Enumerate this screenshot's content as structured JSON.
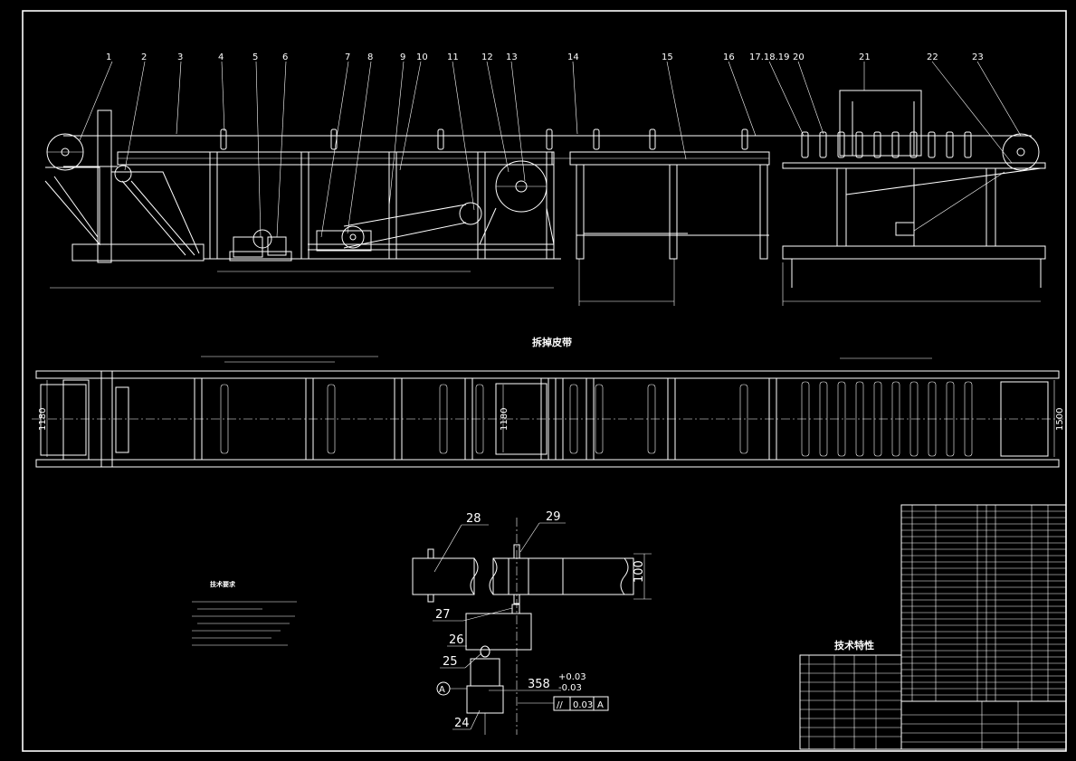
{
  "colors": {
    "background": "#000000",
    "line": "#ffffff"
  },
  "balloons": [
    "1",
    "2",
    "3",
    "4",
    "5",
    "6",
    "7",
    "8",
    "9",
    "10",
    "11",
    "12",
    "13",
    "14",
    "15",
    "16",
    "17.18.19",
    "20",
    "21",
    "22",
    "23"
  ],
  "detail_balloons": [
    "28",
    "29",
    "27",
    "26",
    "25",
    "24"
  ],
  "plan_title": "拆掉皮带",
  "plan_dims": {
    "width_left": "1180",
    "width_mid": "1180",
    "width_right": "1500"
  },
  "detail_dims": {
    "height": "100",
    "tolerance_base": "358",
    "tol_upper": "+0.03",
    "tol_lower": "-0.03",
    "datum": "A",
    "parallelism": "//",
    "parallelism_value": "0.03",
    "parallelism_datum": "A"
  },
  "notes_title": "技术要求",
  "spec_title": "技术特性"
}
